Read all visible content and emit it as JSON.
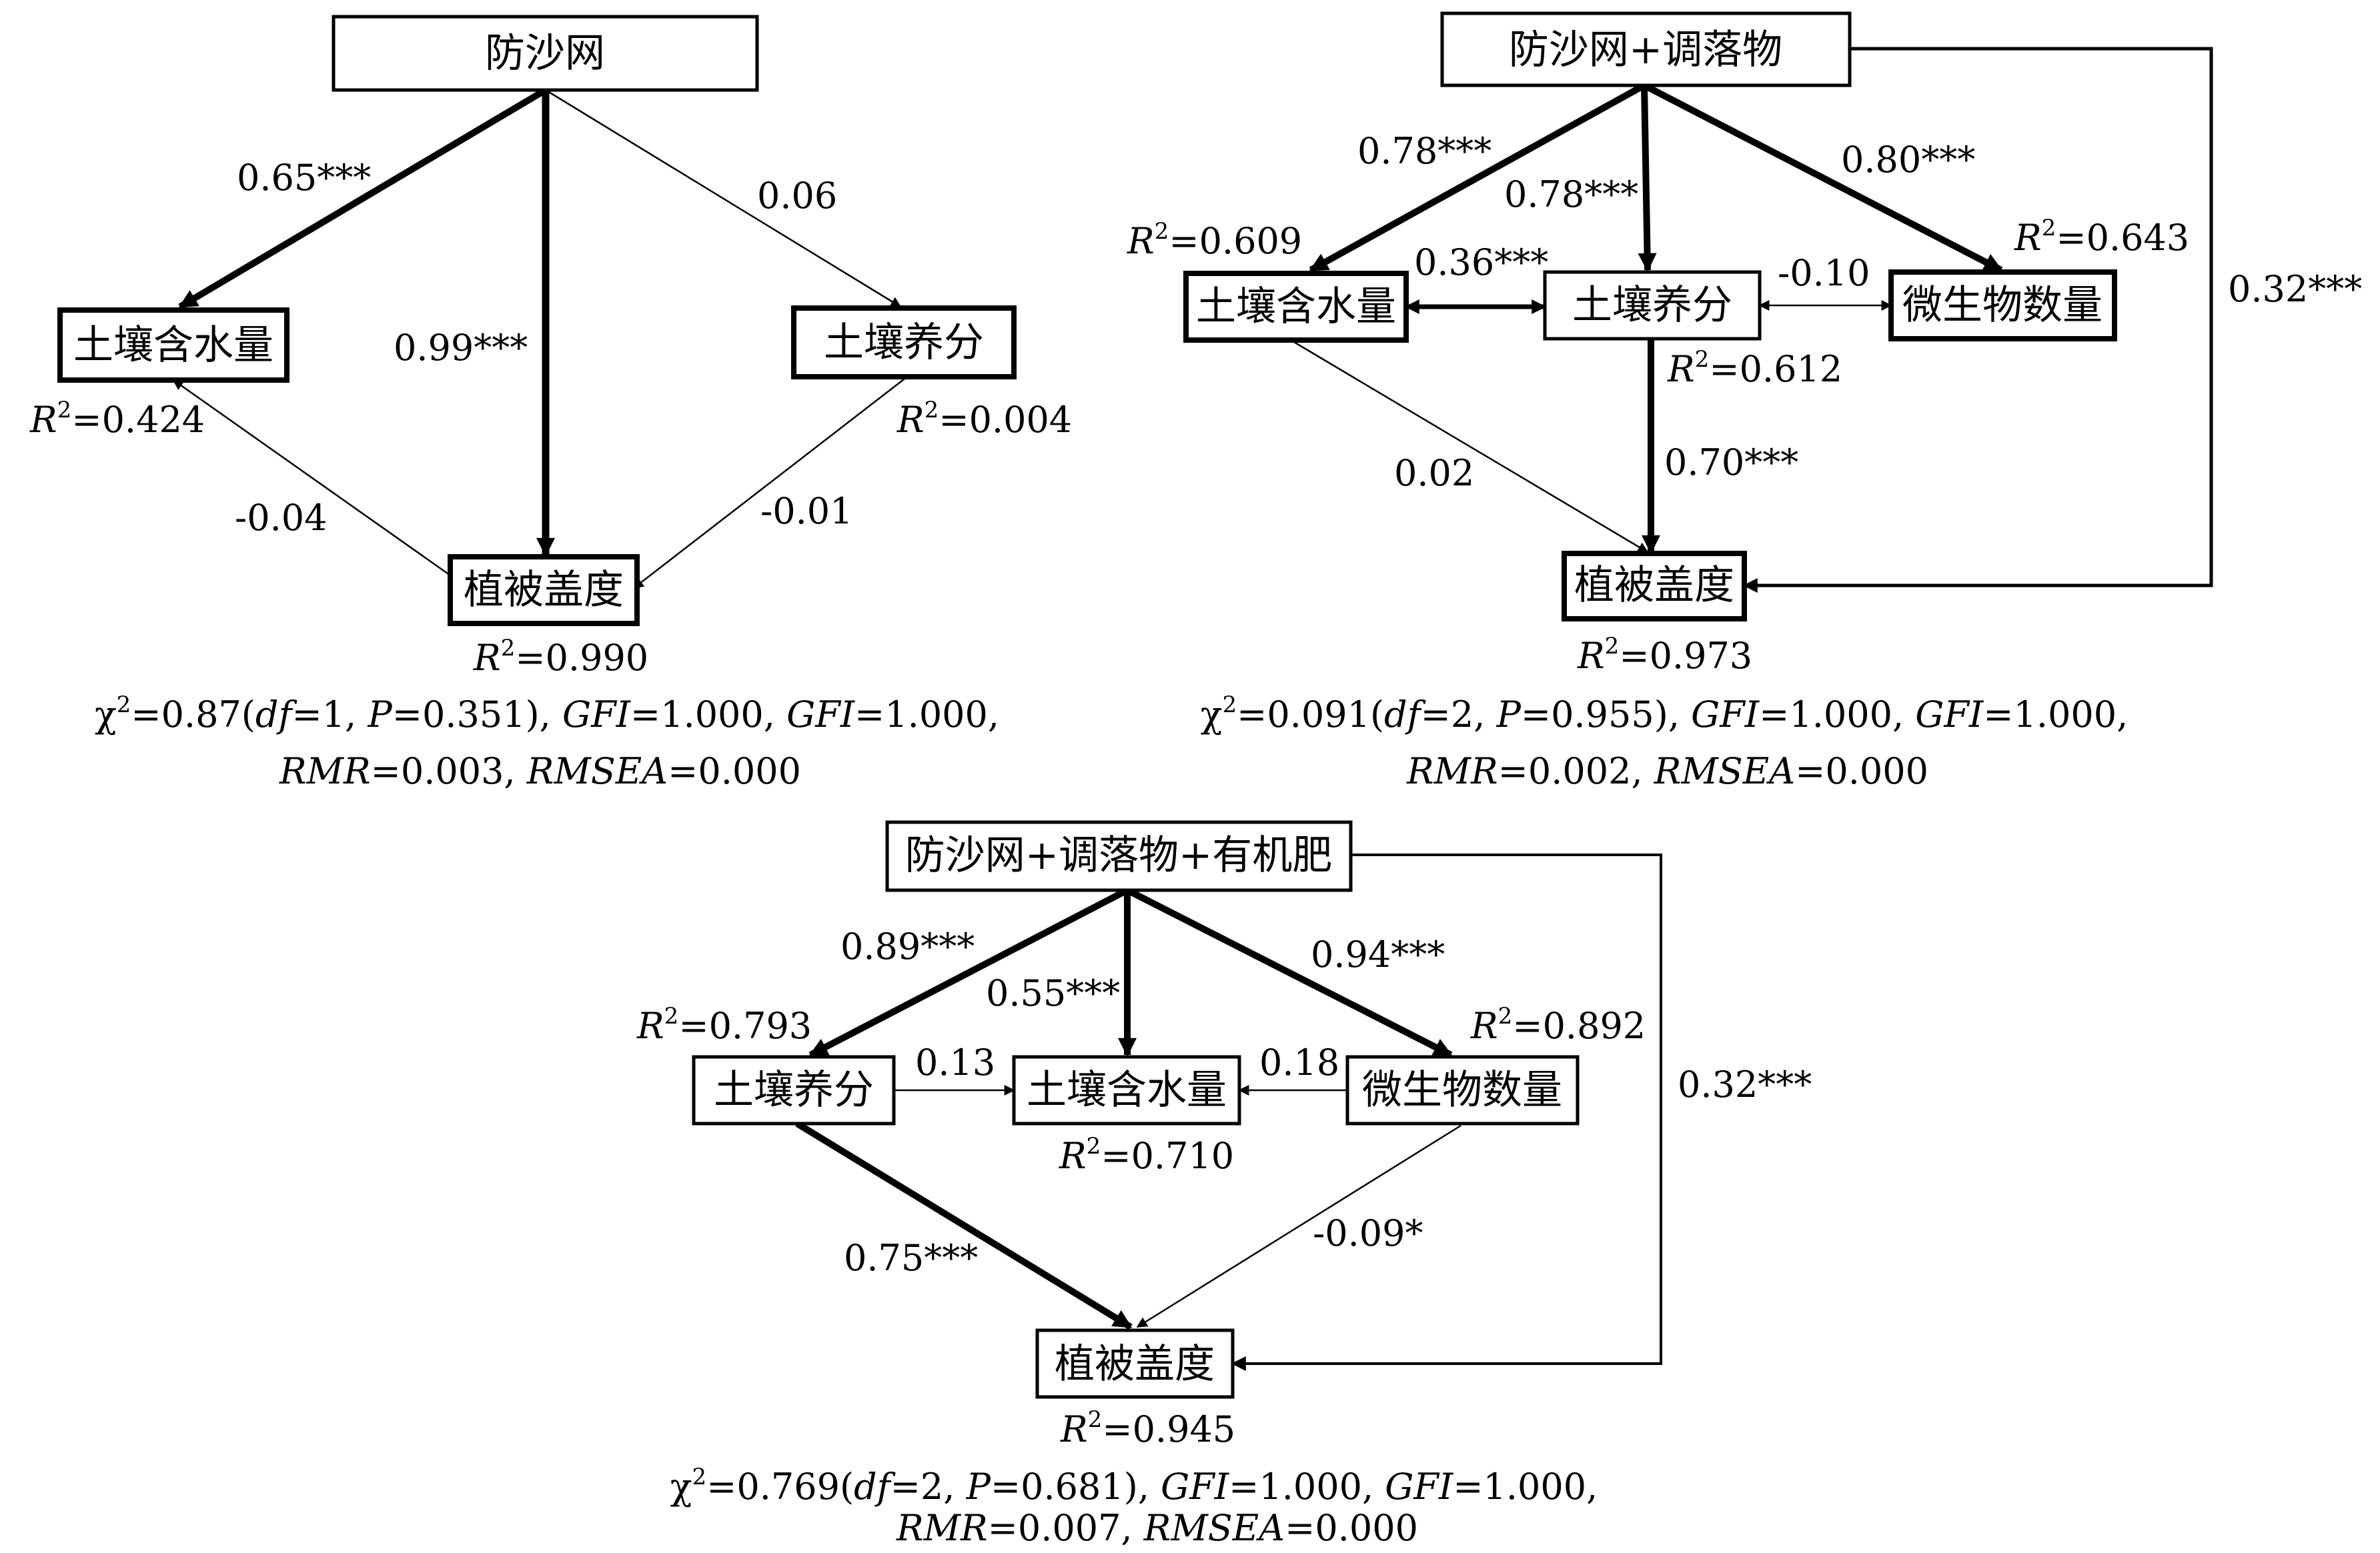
{
  "panels": [
    {
      "treatment": "防沙网",
      "nodes": {
        "soil_moisture": "土壤含水量",
        "soil_nutrient": "土壤养分",
        "vegetation": "植被盖度"
      },
      "paths": {
        "treat_to_moisture": "0.65***",
        "treat_to_vegetation": "0.99***",
        "treat_to_nutrient": "0.06",
        "moisture_vegetation": "-0.04",
        "nutrient_to_vegetation": "-0.01"
      },
      "r2": {
        "soil_moisture": "0.424",
        "soil_nutrient": "0.004",
        "vegetation": "0.990"
      },
      "fit": {
        "chi2": "0.87",
        "df": "1",
        "p": "0.351",
        "gfi1": "1.000",
        "gfi2": "1.000",
        "rmr": "0.003",
        "rmsea": "0.000"
      }
    },
    {
      "treatment": "防沙网+调落物",
      "nodes": {
        "soil_moisture": "土壤含水量",
        "soil_nutrient": "土壤养分",
        "microbe": "微生物数量",
        "vegetation": "植被盖度"
      },
      "paths": {
        "treat_to_moisture": "0.78***",
        "treat_to_nutrient": "0.78***",
        "treat_to_microbe": "0.80***",
        "moisture_nutrient": "0.36***",
        "nutrient_microbe": "-0.10",
        "moisture_to_vegetation": "0.02",
        "nutrient_to_vegetation": "0.70***",
        "treat_to_vegetation": "0.32***"
      },
      "r2": {
        "soil_moisture": "0.609",
        "soil_nutrient": "0.612",
        "microbe": "0.643",
        "vegetation": "0.973"
      },
      "fit": {
        "chi2": "0.091",
        "df": "2",
        "p": "0.955",
        "gfi1": "1.000",
        "gfi2": "1.000",
        "rmr": "0.002",
        "rmsea": "0.000"
      }
    },
    {
      "treatment": "防沙网+调落物+有机肥",
      "nodes": {
        "soil_nutrient": "土壤养分",
        "soil_moisture": "土壤含水量",
        "microbe": "微生物数量",
        "vegetation": "植被盖度"
      },
      "paths": {
        "treat_to_nutrient": "0.89***",
        "treat_to_moisture": "0.55***",
        "treat_to_microbe": "0.94***",
        "nutrient_to_moisture": "0.13",
        "microbe_to_moisture": "0.18",
        "nutrient_to_vegetation": "0.75***",
        "microbe_to_vegetation": "-0.09*",
        "treat_to_vegetation": "0.32***"
      },
      "r2": {
        "soil_nutrient": "0.793",
        "soil_moisture": "0.710",
        "microbe": "0.892",
        "vegetation": "0.945"
      },
      "fit": {
        "chi2": "0.769",
        "df": "2",
        "p": "0.681",
        "gfi1": "1.000",
        "gfi2": "1.000",
        "rmr": "0.007",
        "rmsea": "0.000"
      }
    }
  ]
}
